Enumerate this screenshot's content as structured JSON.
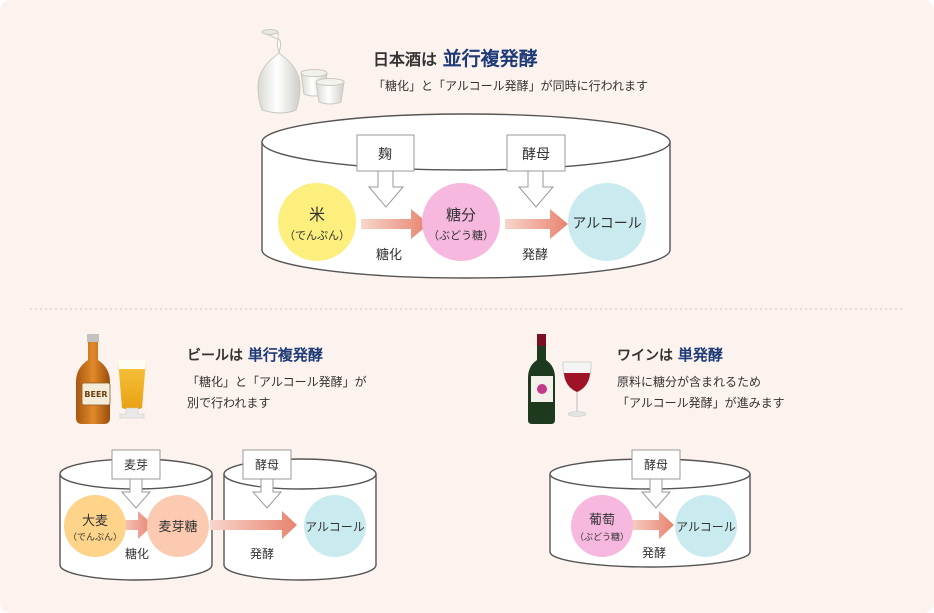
{
  "colors": {
    "background": "#fdf3ee",
    "accent_title": "#1e3a78",
    "rice": "#fdef7d",
    "sugar": "#f6b8df",
    "alcohol": "#c9ebef",
    "barley": "#fdd48a",
    "malt_sugar": "#fbcab0",
    "grape": "#f6b8df",
    "arrow": "#e8836f"
  },
  "sake": {
    "title_prefix": "日本酒は",
    "title_accent": "並行複発酵",
    "desc": "「糖化」と「アルコール発酵」が同時に行われます",
    "label_koji": "麹",
    "label_yeast": "酵母",
    "circle_rice": "米",
    "circle_rice_sub": "（でんぷん）",
    "circle_sugar": "糖分",
    "circle_sugar_sub": "（ぶどう糖）",
    "circle_alcohol": "アルコール",
    "step_saccharification": "糖化",
    "step_fermentation": "発酵"
  },
  "beer": {
    "title_prefix": "ビールは",
    "title_accent": "単行複発酵",
    "desc_line1": "「糖化」と「アルコール発酵」が",
    "desc_line2": "別で行われます",
    "label_malt": "麦芽",
    "label_yeast": "酵母",
    "circle_barley": "大麦",
    "circle_barley_sub": "（でんぷん）",
    "circle_malt_sugar": "麦芽糖",
    "circle_alcohol": "アルコール",
    "step_saccharification": "糖化",
    "step_fermentation": "発酵",
    "bottle_label": "BEER"
  },
  "wine": {
    "title_prefix": "ワインは",
    "title_accent": "単発酵",
    "desc_line1": "原料に糖分が含まれるため",
    "desc_line2": "「アルコール発酵」が進みます",
    "label_yeast": "酵母",
    "circle_grape": "葡萄",
    "circle_grape_sub": "（ぶどう糖）",
    "circle_alcohol": "アルコール",
    "step_fermentation": "発酵"
  },
  "icons": [
    "sake-bottle-icon",
    "sake-cup-icon",
    "beer-bottle-icon",
    "beer-glass-icon",
    "wine-bottle-icon",
    "wine-glass-icon"
  ]
}
